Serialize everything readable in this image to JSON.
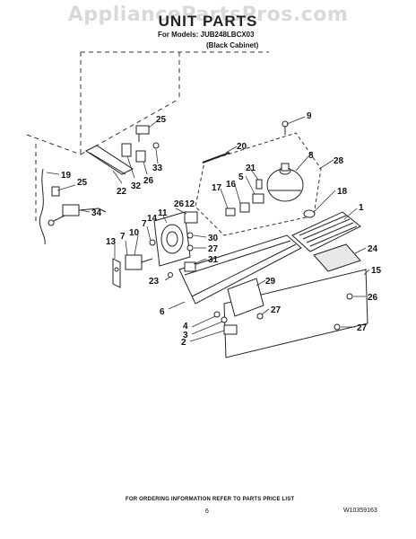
{
  "watermark": "AppliancePartsPros.com",
  "header": {
    "title": "UNIT PARTS",
    "models_line": "For Models: JUB248LBCX03",
    "cabinet_line": "(Black Cabinet)"
  },
  "callouts": {
    "c1": "1",
    "c2": "2",
    "c3": "3",
    "c4": "4",
    "c5": "5",
    "c6": "6",
    "c7": "7",
    "c7b": "7",
    "c8": "8",
    "c9": "9",
    "c10": "10",
    "c11": "11",
    "c12": "12",
    "c13": "13",
    "c14": "14",
    "c15": "15",
    "c16": "16",
    "c17": "17",
    "c18": "18",
    "c19": "19",
    "c20": "20",
    "c21": "21",
    "c22": "22",
    "c23": "23",
    "c24": "24",
    "c25": "25",
    "c25b": "25",
    "c26": "26",
    "c26b": "26",
    "c26c": "26",
    "c27": "27",
    "c27b": "27",
    "c27c": "27",
    "c28": "28",
    "c29": "29",
    "c30": "30",
    "c31": "31",
    "c32": "32",
    "c33": "33",
    "c34": "34"
  },
  "footer": {
    "note": "FOR ORDERING INFORMATION REFER TO PARTS PRICE LIST",
    "page": "6",
    "doc_id": "W10359163"
  }
}
